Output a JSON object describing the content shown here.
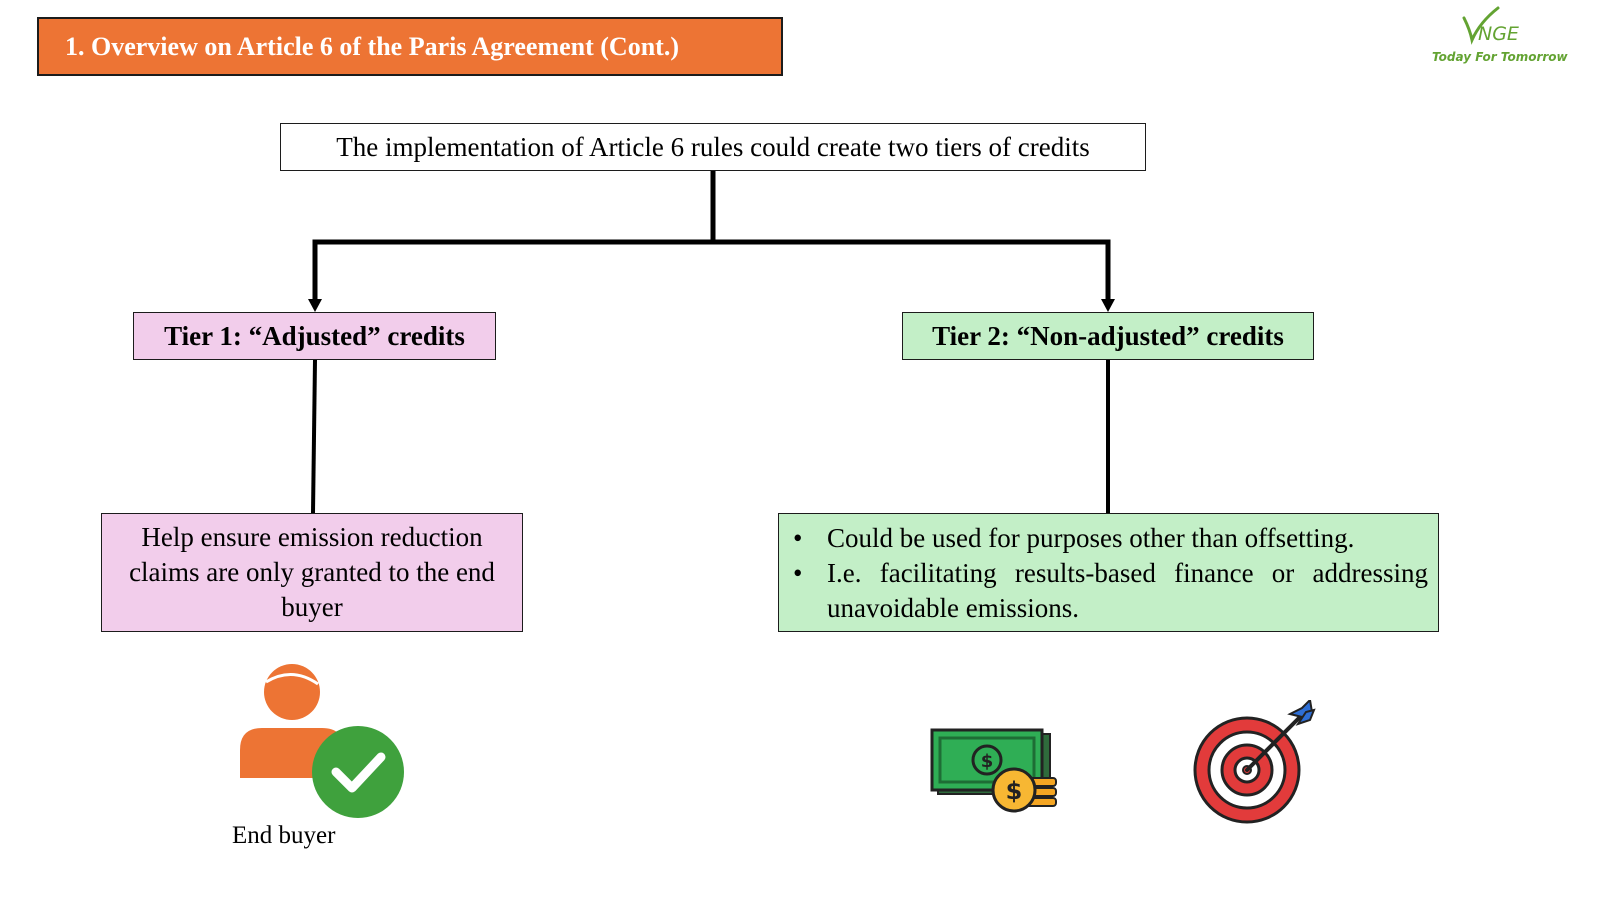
{
  "slide": {
    "title": "1. Overview on Article 6 of the Paris Agreement (Cont.)",
    "logo": {
      "mark": "VNGE",
      "tagline": "Today For Tomorrow"
    }
  },
  "diagram": {
    "root": "The implementation of Article 6 rules could create two tiers of credits",
    "tier1": {
      "label": "Tier 1: “Adjusted” credits",
      "description": "Help ensure emission reduction claims are only granted to the end buyer",
      "icon": "end-buyer-checkmark-icon",
      "icon_caption": "End buyer"
    },
    "tier2": {
      "label": "Tier 2: “Non-adjusted” credits",
      "bullets": [
        "Could be used for purposes other than offsetting.",
        "I.e. facilitating results-based finance or addressing unavoidable emissions."
      ],
      "icons": [
        "money-icon",
        "target-icon"
      ]
    }
  },
  "colors": {
    "title_bar": "#ed7434",
    "tier1_fill": "#f2cdeb",
    "tier2_fill": "#c3efc7",
    "logo_green": "#63a332"
  }
}
